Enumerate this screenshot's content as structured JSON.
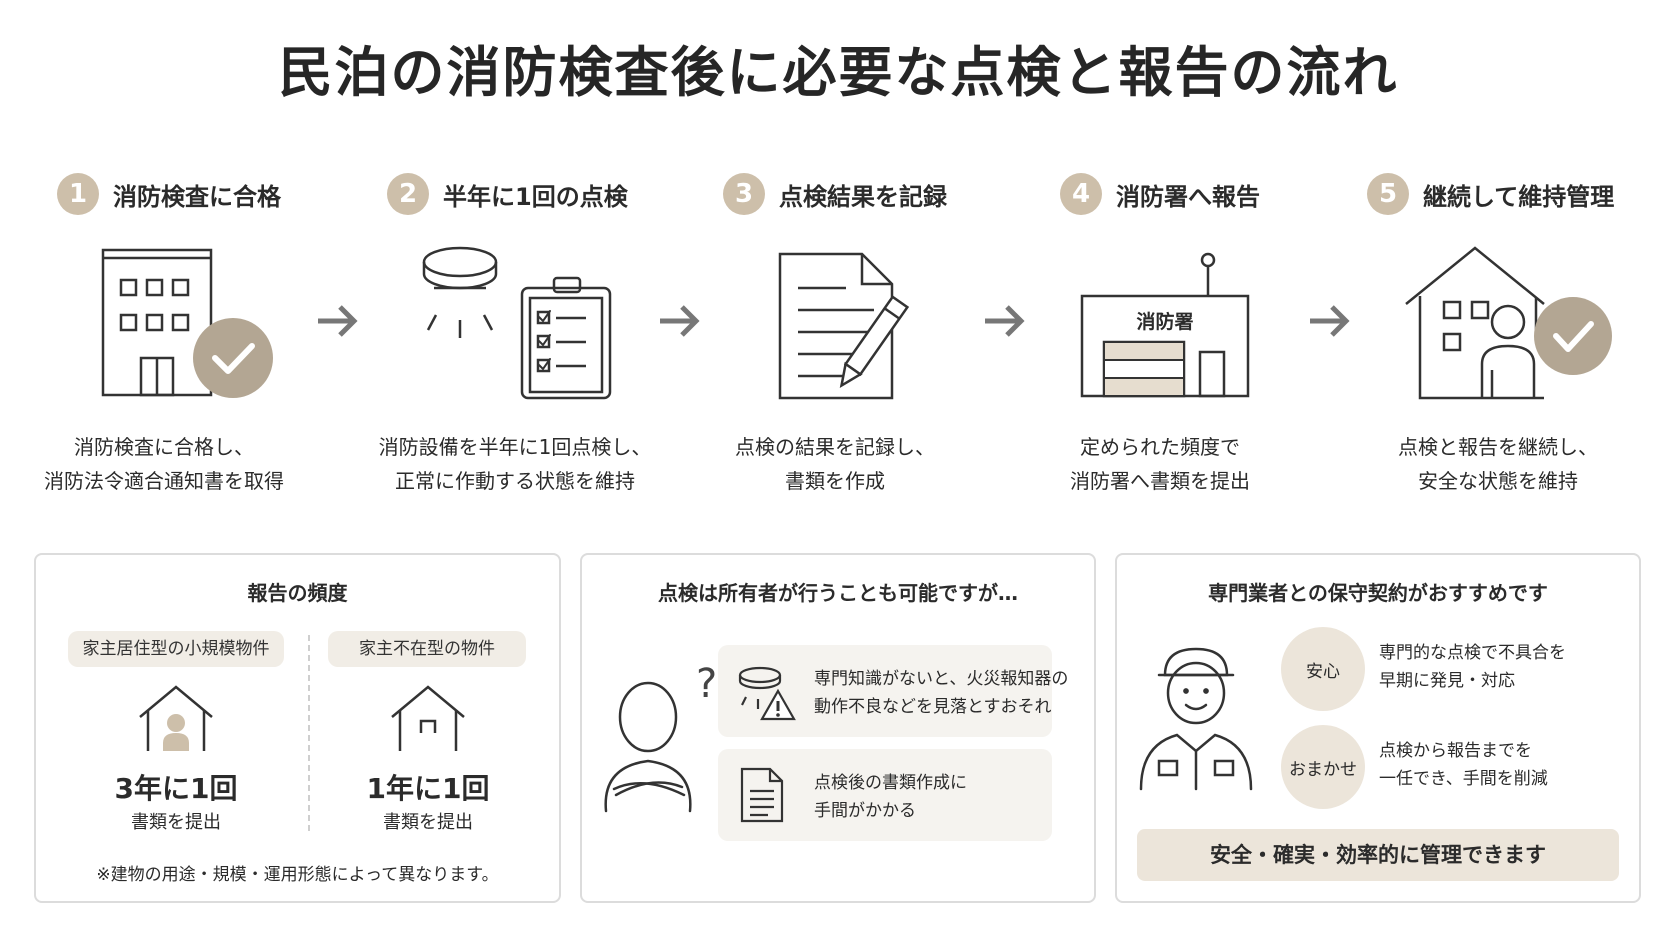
{
  "title": "民泊の消防検査後に必要な点検と報告の流れ",
  "steps": [
    {
      "num": "1",
      "title": "消防検査に合格",
      "desc1": "消防検査に合格し、",
      "desc2": "消防法令適合通知書を取得"
    },
    {
      "num": "2",
      "title": "半年に1回の点検",
      "desc1": "消防設備を半年に1回点検し、",
      "desc2": "正常に作動する状態を維持"
    },
    {
      "num": "3",
      "title": "点検結果を記録",
      "desc1": "点検の結果を記録し、",
      "desc2": "書類を作成"
    },
    {
      "num": "4",
      "title": "消防署へ報告",
      "desc1": "定められた頻度で",
      "desc2": "消防署へ書類を提出",
      "icon_label": "消防署"
    },
    {
      "num": "5",
      "title": "継続して維持管理",
      "desc1": "点検と報告を継続し、",
      "desc2": "安全な状態を維持"
    }
  ],
  "panel1": {
    "title": "報告の頻度",
    "left": {
      "label": "家主居住型の小規模物件",
      "freq": "3年に1回",
      "sub": "書類を提出"
    },
    "right": {
      "label": "家主不在型の物件",
      "freq": "1年に1回",
      "sub": "書類を提出"
    },
    "note": "※建物の用途・規模・運用形態によって異なります。"
  },
  "panel2": {
    "title": "点検は所有者が行うことも可能ですが…",
    "item1_line1": "専門知識がないと、火災報知器の",
    "item1_line2": "動作不良などを見落とすおそれ",
    "item2_line1": "点検後の書類作成に",
    "item2_line2": "手間がかかる",
    "question_mark": "?"
  },
  "panel3": {
    "title": "専門業者との保守契約がおすすめです",
    "badge1": "安心",
    "badge1_line1": "専門的な点検で不具合を",
    "badge1_line2": "早期に発見・対応",
    "badge2": "おまかせ",
    "badge2_line1": "点検から報告までを",
    "badge2_line2": "一任でき、手間を削減",
    "footer": "安全・確実・効率的に管理できます"
  },
  "colors": {
    "accent": "#cdbfaa",
    "badge_bg": "#ece5da",
    "pill_bg": "#f1ede6",
    "line": "#333333",
    "check": "#b3a693"
  }
}
